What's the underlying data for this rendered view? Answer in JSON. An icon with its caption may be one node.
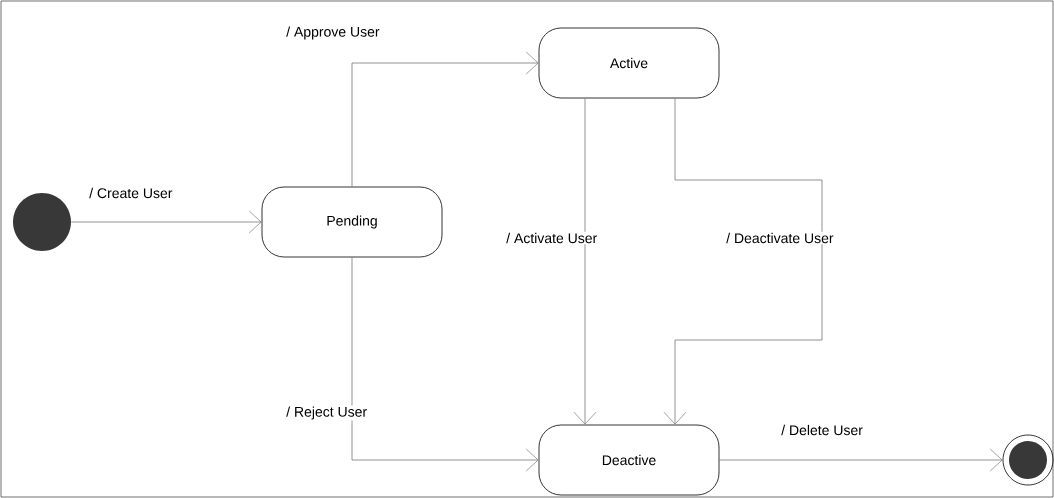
{
  "diagram": {
    "nodes": [
      {
        "text": [],
        "shape": "circle"
      },
      {
        "text": [
          "Pending"
        ]
      },
      {
        "text": [
          "Active"
        ]
      },
      {
        "text": [
          "Deactive"
        ]
      },
      {
        "text": [],
        "shape": "circle"
      }
    ],
    "edges": [
      {
        "from": 0,
        "to": 1,
        "arrow": "to",
        "label": "/ Create User"
      },
      {
        "from": 1,
        "to": 2,
        "arrow": "to",
        "label": "/ Approve User"
      },
      {
        "from": 2,
        "to": 3,
        "arrow": "to",
        "label": "/ Activate User"
      },
      {
        "from": 2,
        "to": 3,
        "arrow": "to",
        "label": "/ Deactivate User"
      },
      {
        "from": 1,
        "to": 3,
        "arrow": "to",
        "label": "/ Reject User"
      },
      {
        "from": 3,
        "to": 4,
        "arrow": "to",
        "label": "/ Delete User"
      }
    ]
  }
}
